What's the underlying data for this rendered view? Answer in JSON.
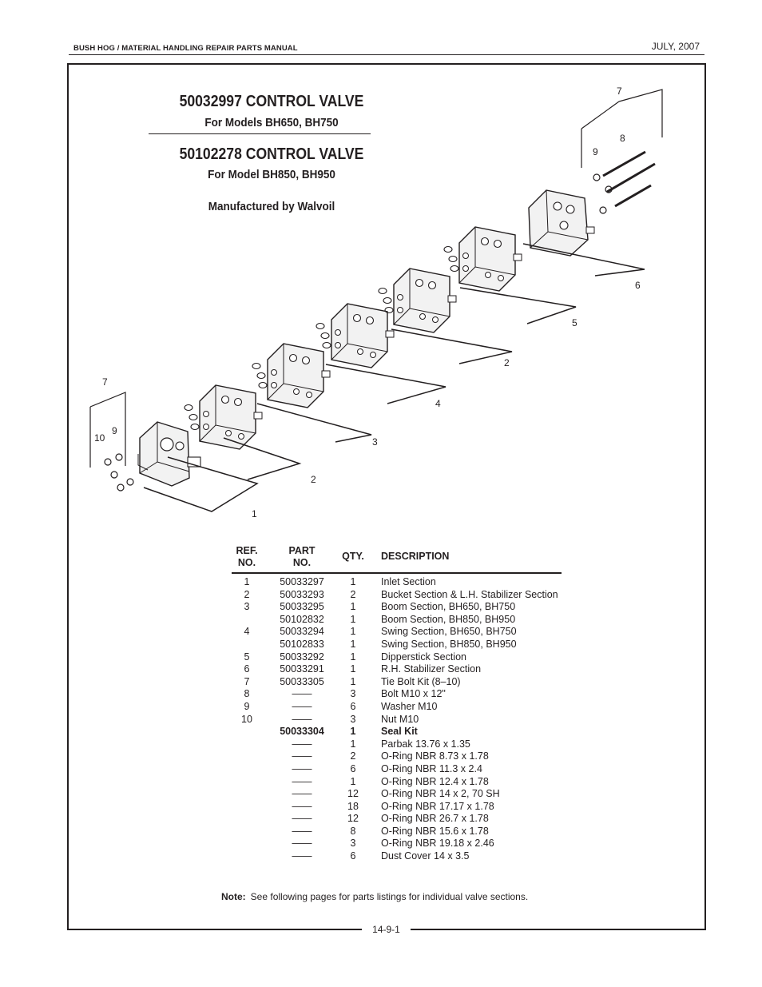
{
  "header": {
    "manual_title": "BUSH HOG / MATERIAL HANDLING REPAIR PARTS MANUAL",
    "date": "JULY, 2007"
  },
  "titles": {
    "title1": "50032997 CONTROL VALVE",
    "subtitle1": "For Models BH650, BH750",
    "title2": "50102278 CONTROL VALVE",
    "subtitle2": "For Model BH850, BH950",
    "manufacturer": "Manufactured by Walvoil"
  },
  "diagram": {
    "callouts": [
      "7",
      "8",
      "9",
      "6",
      "5",
      "2",
      "4",
      "3",
      "2",
      "1",
      "7",
      "10",
      "9"
    ]
  },
  "table": {
    "headers": {
      "ref": "REF.\nNO.",
      "part": "PART\nNO.",
      "qty": "QTY.",
      "desc": "DESCRIPTION"
    },
    "rows": [
      {
        "ref": "1",
        "part": "50033297",
        "qty": "1",
        "desc": "Inlet Section"
      },
      {
        "ref": "2",
        "part": "50033293",
        "qty": "2",
        "desc": "Bucket Section & L.H. Stabilizer Section"
      },
      {
        "ref": "3",
        "part": "50033295",
        "qty": "1",
        "desc": "Boom Section, BH650, BH750"
      },
      {
        "ref": "",
        "part": "50102832",
        "qty": "1",
        "desc": "Boom Section, BH850, BH950"
      },
      {
        "ref": "4",
        "part": "50033294",
        "qty": "1",
        "desc": "Swing Section, BH650, BH750"
      },
      {
        "ref": "",
        "part": "50102833",
        "qty": "1",
        "desc": "Swing Section, BH850, BH950"
      },
      {
        "ref": "5",
        "part": "50033292",
        "qty": "1",
        "desc": "Dipperstick Section"
      },
      {
        "ref": "6",
        "part": "50033291",
        "qty": "1",
        "desc": "R.H. Stabilizer Section"
      },
      {
        "ref": "7",
        "part": "50033305",
        "qty": "1",
        "desc": "Tie Bolt Kit (8–10)"
      },
      {
        "ref": "8",
        "part": "——",
        "qty": "3",
        "desc": "Bolt M10 x 12\""
      },
      {
        "ref": "9",
        "part": "——",
        "qty": "6",
        "desc": "Washer M10"
      },
      {
        "ref": "10",
        "part": "——",
        "qty": "3",
        "desc": "Nut M10"
      },
      {
        "ref": "",
        "part": "50033304",
        "qty": "1",
        "desc": "Seal Kit",
        "bold": true
      },
      {
        "ref": "",
        "part": "——",
        "qty": "1",
        "desc": "Parbak 13.76 x 1.35"
      },
      {
        "ref": "",
        "part": "——",
        "qty": "2",
        "desc": "O-Ring NBR 8.73 x 1.78"
      },
      {
        "ref": "",
        "part": "——",
        "qty": "6",
        "desc": "O-Ring NBR 11.3 x 2.4"
      },
      {
        "ref": "",
        "part": "——",
        "qty": "1",
        "desc": "O-Ring NBR 12.4 x 1.78"
      },
      {
        "ref": "",
        "part": "——",
        "qty": "12",
        "desc": "O-Ring NBR 14 x 2, 70 SH"
      },
      {
        "ref": "",
        "part": "——",
        "qty": "18",
        "desc": "O-Ring NBR 17.17 x 1.78"
      },
      {
        "ref": "",
        "part": "——",
        "qty": "12",
        "desc": "O-Ring NBR 26.7 x 1.78"
      },
      {
        "ref": "",
        "part": "——",
        "qty": "8",
        "desc": "O-Ring NBR 15.6 x 1.78"
      },
      {
        "ref": "",
        "part": "——",
        "qty": "3",
        "desc": "O-Ring NBR 19.18 x 2.46"
      },
      {
        "ref": "",
        "part": "——",
        "qty": "6",
        "desc": "Dust Cover 14 x 3.5"
      }
    ]
  },
  "note": {
    "label": "Note:",
    "text": "See following pages for parts listings for individual valve sections."
  },
  "footer": {
    "page_number": "14-9-1"
  }
}
